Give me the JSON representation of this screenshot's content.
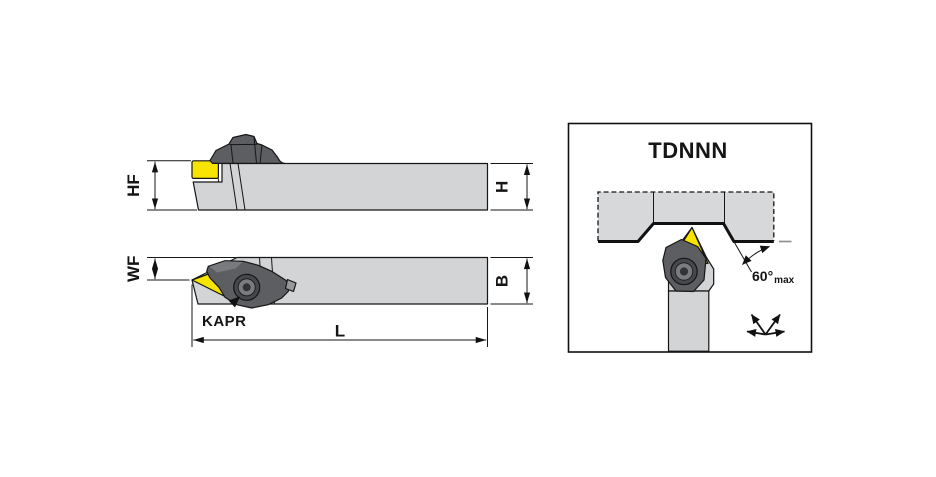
{
  "drawing": {
    "dimension_labels": {
      "hf": "HF",
      "h": "H",
      "wf": "WF",
      "b": "B",
      "l": "L",
      "kapr": "KAPR"
    },
    "detail_box": {
      "title": "TDNNN",
      "angle_value": "60°",
      "angle_suffix": "max"
    },
    "colors": {
      "body_gray": "#d2d4d6",
      "workpiece_gray": "#d7d8da",
      "clamp_dark": "#5d5e62",
      "clamp_light_facet": "#797a7e",
      "insert_yellow": "#f7e400",
      "tab_gray": "#97989b",
      "screw_outer": "#47484b",
      "screw_mid": "#7b7c80",
      "screw_inner": "#323336",
      "dash_gray": "#8f9093"
    }
  }
}
